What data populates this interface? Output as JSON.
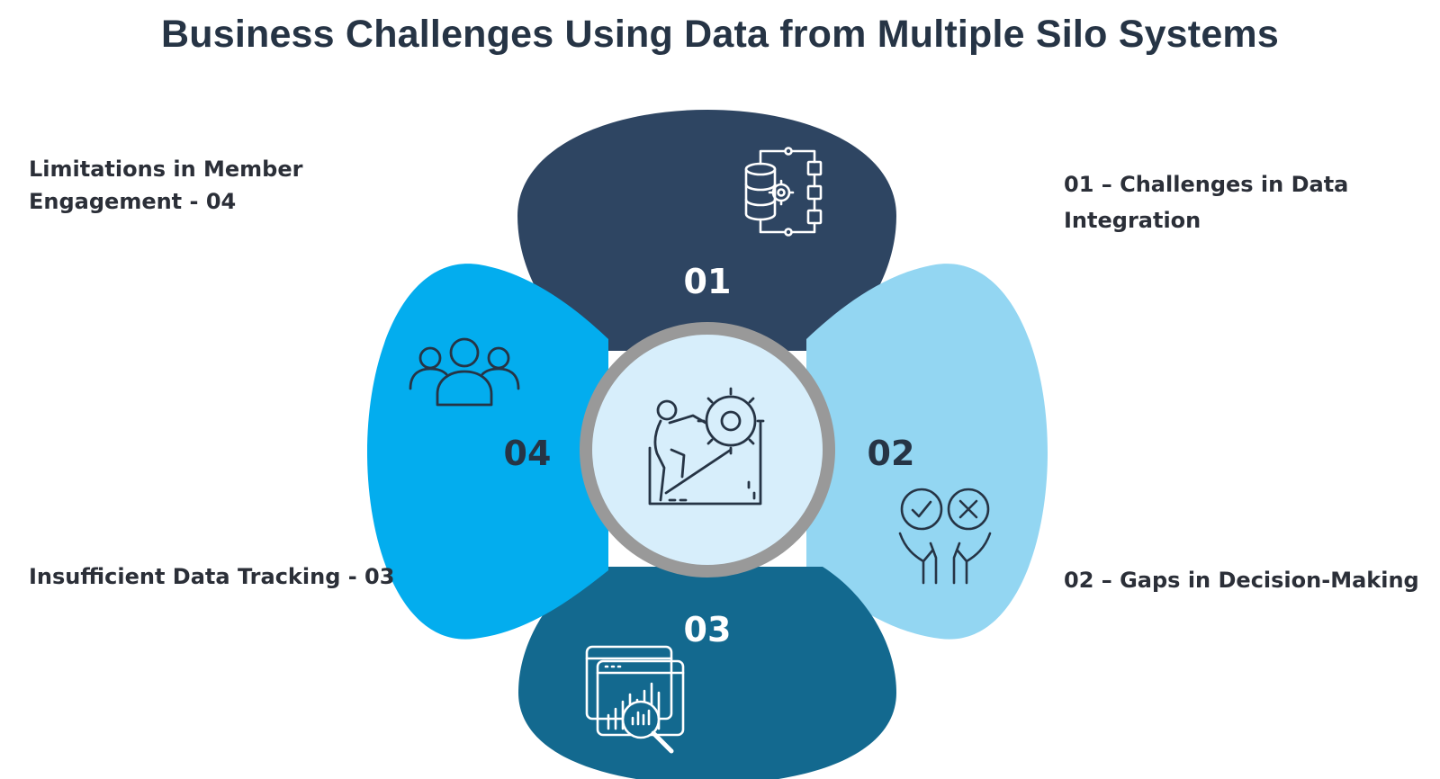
{
  "title": "Business Challenges Using Data from Multiple Silo Systems",
  "colors": {
    "petal_01": "#2e4562",
    "petal_02": "#93d6f2",
    "petal_03": "#13698f",
    "petal_04": "#03adee",
    "center_fill": "#d7eefb",
    "center_ring": "#999999"
  },
  "petals": [
    {
      "number": "01",
      "icon": "database-workflow-icon"
    },
    {
      "number": "02",
      "icon": "decision-hands-icon"
    },
    {
      "number": "03",
      "icon": "data-analytics-magnifier-icon"
    },
    {
      "number": "04",
      "icon": "team-group-icon"
    }
  ],
  "center_icon": "person-pushing-gear-icon",
  "labels": {
    "item_01": {
      "line1": "01 – Challenges in Data",
      "line2": "Integration"
    },
    "item_02": {
      "line1": "02 – Gaps in Decision-Making"
    },
    "item_03": {
      "line1": "Insufficient Data Tracking - 03"
    },
    "item_04": {
      "line1": "Limitations in Member",
      "line2": "Engagement - 04"
    }
  }
}
